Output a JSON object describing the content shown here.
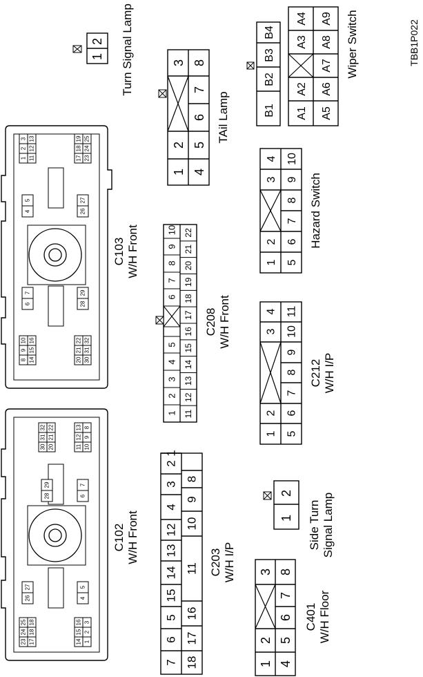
{
  "figure_code": "TBB1P022",
  "labels": {
    "turn_signal_lamp": "Turn Signal Lamp",
    "tail_lamp": "TAil Lamp",
    "wiper_switch": "Wiper Switch",
    "hazard_switch": "Hazard Switch",
    "c103_name": "C103",
    "c103_sub": "W/H Front",
    "c208_name": "C208",
    "c208_sub": "W/H Front",
    "c212_name": "C212",
    "c212_sub": "W/H I/P",
    "c102_name": "C102",
    "c102_sub": "W/H Front",
    "c203_name": "C203",
    "c203_sub": "W/H I/P",
    "side_turn_1": "Side Turn",
    "side_turn_2": "Signal Lamp",
    "c401_name": "C401",
    "c401_sub": "W/H Floor"
  },
  "pins": {
    "turn_signal": [
      "1",
      "2"
    ],
    "tail_top": [
      "3",
      "2",
      "1"
    ],
    "tail_bottom": [
      "8",
      "7",
      "6",
      "5",
      "4"
    ],
    "wiper_b": [
      "B1",
      "B2",
      "B3",
      "B4"
    ],
    "wiper_a_row1": [
      "A1",
      "A2",
      "A3",
      "A4"
    ],
    "wiper_a_row2": [
      "A5",
      "A6",
      "A7",
      "A8",
      "A9"
    ],
    "hazard_top": [
      "1",
      "2",
      "3",
      "4"
    ],
    "hazard_bottom": [
      "5",
      "6",
      "7",
      "8",
      "9",
      "10"
    ],
    "c208_top": [
      "1",
      "2",
      "3",
      "4",
      "5",
      "6",
      "7",
      "8",
      "9",
      "10"
    ],
    "c208_bottom": [
      "11",
      "12",
      "13",
      "14",
      "15",
      "16",
      "17",
      "18",
      "19",
      "20",
      "21",
      "22"
    ],
    "c212_top": [
      "1",
      "2",
      "3",
      "4"
    ],
    "c212_bottom": [
      "5",
      "6",
      "7",
      "8",
      "9",
      "10",
      "11"
    ],
    "side_turn": [
      "1",
      "2"
    ],
    "c401_top": [
      "1",
      "2",
      "3"
    ],
    "c401_bottom": [
      "4",
      "5",
      "6",
      "7",
      "8"
    ],
    "c203_top": [
      "7",
      "6",
      "5",
      "15",
      "14",
      "13",
      "12",
      "4",
      "3",
      "2",
      "1"
    ],
    "c203_bottom": [
      "18",
      "17",
      "16",
      "11",
      "10",
      "9",
      "8"
    ],
    "c103": {
      "g1a": [
        "3",
        "2",
        "1"
      ],
      "g1b": [
        "13",
        "12",
        "11"
      ],
      "g2a": [
        "19",
        "18",
        "17"
      ],
      "g2b": [
        "25",
        "24",
        "23"
      ],
      "g3": [
        "5",
        "4"
      ],
      "g4": [
        "27",
        "26"
      ],
      "g5": [
        "7",
        "6"
      ],
      "g6": [
        "29",
        "28"
      ],
      "g7a": [
        "10",
        "9",
        "8"
      ],
      "g7b": [
        "16",
        "15",
        "14"
      ],
      "g8a": [
        "22",
        "21",
        "20"
      ],
      "g8b": [
        "32",
        "31",
        "30"
      ]
    },
    "c102": {
      "g1a": [
        "30",
        "31",
        "32"
      ],
      "g1b": [
        "20",
        "21",
        "22"
      ],
      "g2a": [
        "13",
        "12",
        "11"
      ],
      "g2b": [
        "8",
        "9",
        "10"
      ],
      "g3": [
        "28",
        "29"
      ],
      "g4": [
        "6",
        "7"
      ],
      "g5": [
        "26",
        "27"
      ],
      "g6": [
        "4",
        "5"
      ],
      "g7a": [
        "23",
        "24",
        "25"
      ],
      "g7b": [
        "17",
        "18",
        "18"
      ],
      "g8a": [
        "16",
        "15",
        "14"
      ],
      "g8b": [
        "1",
        "2",
        "3"
      ]
    }
  }
}
